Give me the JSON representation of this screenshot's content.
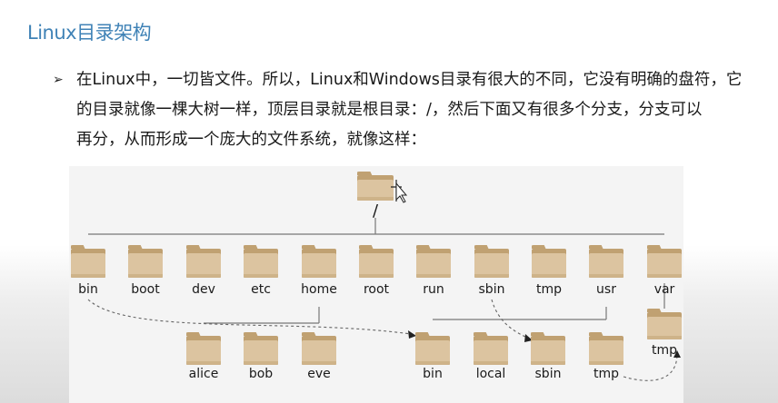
{
  "slide": {
    "title": "Linux目录架构",
    "bullet_lines": [
      "在Linux中，一切皆文件。所以，Linux和Windows目录有很大的不同，它没有明确的盘符，它",
      "的目录就像一棵大树一样，顶层目录就是根目录：/，然后下面又有很多个分支，分支可以",
      "再分，从而形成一个庞大的文件系统，就像这样："
    ]
  },
  "tree": {
    "root": "/",
    "level1": [
      "bin",
      "boot",
      "dev",
      "etc",
      "home",
      "root",
      "run",
      "sbin",
      "tmp",
      "usr",
      "var"
    ],
    "home_children": [
      "alice",
      "bob",
      "eve"
    ],
    "usr_children": [
      "bin",
      "local",
      "sbin",
      "tmp"
    ],
    "var_children": [
      "tmp"
    ]
  },
  "colors": {
    "title": "#3f82b6",
    "folder_light": "#dcc4a0",
    "folder_dark": "#c0a172",
    "line": "#777777"
  },
  "icons": {
    "folder": "folder-icon",
    "cursor": "move-cursor-icon",
    "bullet": "arrow-bullet-icon"
  }
}
